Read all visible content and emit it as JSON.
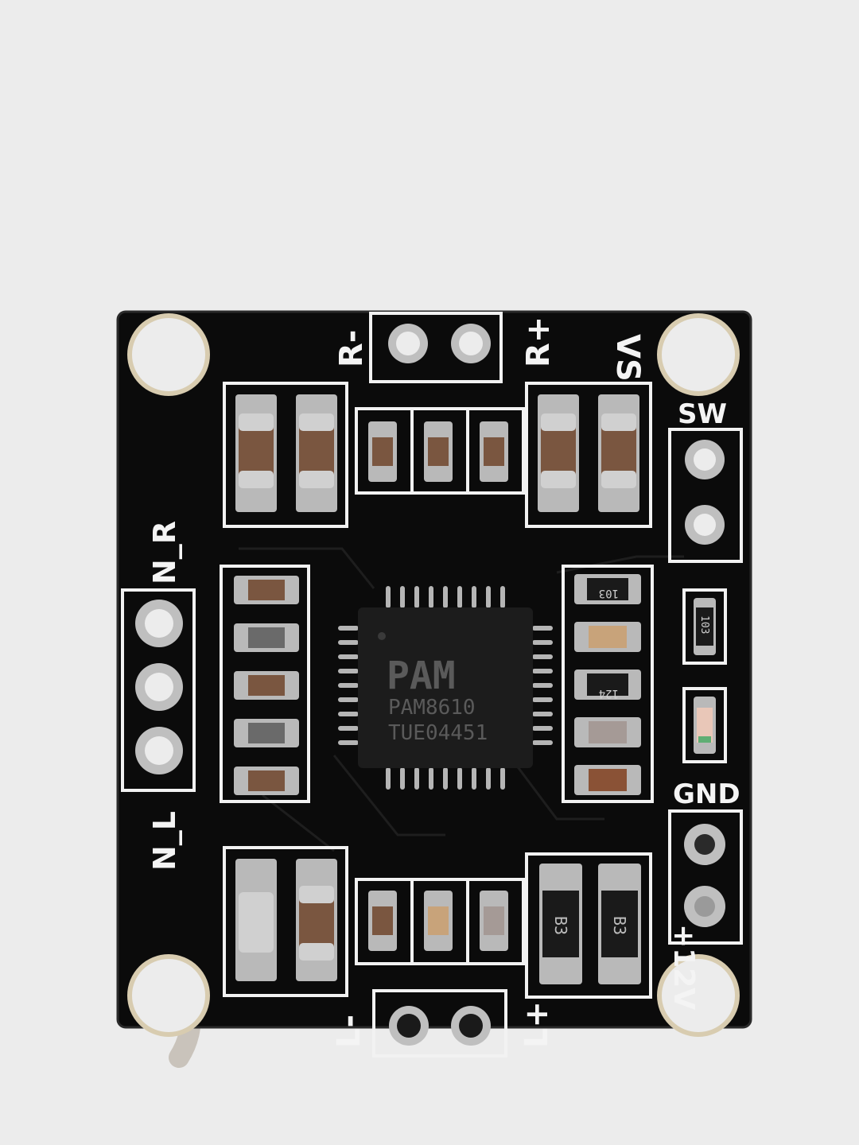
{
  "board": {
    "labels": {
      "r_minus": "R-",
      "r_plus": "R+",
      "vs": "VS",
      "sw": "SW",
      "n_r": "N_R",
      "n_l": "N_L",
      "gnd": "GND",
      "v12": "+12V",
      "l_minus": "L-",
      "l_plus": "L+"
    },
    "chip": {
      "logo": "PAM",
      "model": "PAM8610",
      "lot": "TUE04451"
    },
    "resistor_codes": {
      "r1": "103",
      "r2": "103",
      "r3": "124"
    },
    "diode_codes": {
      "d1": "B3",
      "d2": "B3"
    },
    "colors": {
      "background": "#ececec",
      "pcb": "#0b0b0b",
      "silkscreen": "#f2f2f2",
      "pad": "#b9b9b9",
      "chip": "#1c1c1c"
    }
  }
}
